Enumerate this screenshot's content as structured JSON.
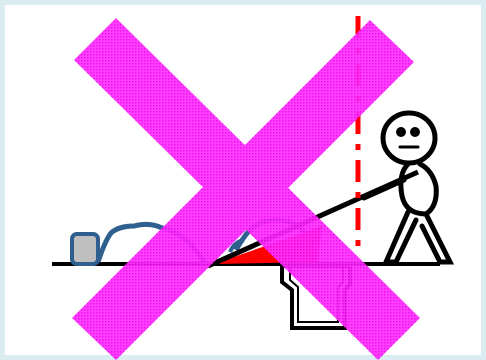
{
  "scene": {
    "colors": {
      "background": "#ffffff",
      "border": "#dcedf2",
      "ground": "#000000",
      "mouse_outline": "#2f5f8f",
      "mouse_head_fill": "#bfbfbf",
      "cheese_fill": "#ff0000",
      "trap_wedge_fill": "#ff0000",
      "dashed_line": "#ff0000",
      "x_overlay": "#ff00ff",
      "stick_figure": "#000000"
    },
    "icons": [
      "mouse-shape",
      "mouse-shape-ghost",
      "box-trap",
      "lever-stick",
      "stick-figure",
      "x-overlay"
    ]
  }
}
